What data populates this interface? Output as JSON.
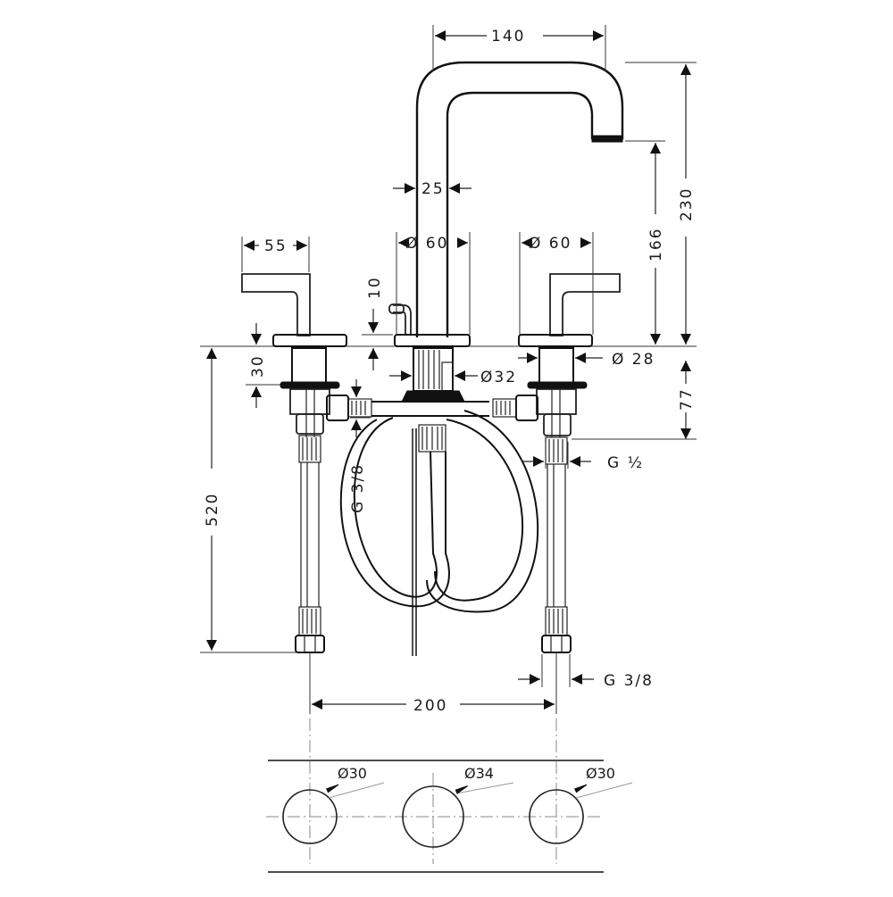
{
  "drawing": {
    "title": "Three-hole basin mixer dimensional drawing",
    "spout": {
      "reach": "140",
      "tube_width": "25",
      "total_height": "230",
      "outlet_height": "166"
    },
    "handles": {
      "handle_length": "55",
      "left_rosette_diameter": "Ø 60",
      "right_rosette_diameter": "Ø 60",
      "center_rosette_diameter": "Ø 60",
      "valve_body_diameter": "Ø 28",
      "spout_body_diameter": "Ø32",
      "pop_up_rod_height": "10",
      "valve_height": "30"
    },
    "connections": {
      "below_deck_height": "77",
      "hose_length": "520",
      "inlet_thread_valve": "G ½",
      "inlet_thread_supply": "G 3/8",
      "hose_thread": "G 3/8",
      "center_distance": "200"
    },
    "cutouts": [
      {
        "label": "Ø30"
      },
      {
        "label": "Ø34"
      },
      {
        "label": "Ø30"
      }
    ]
  }
}
